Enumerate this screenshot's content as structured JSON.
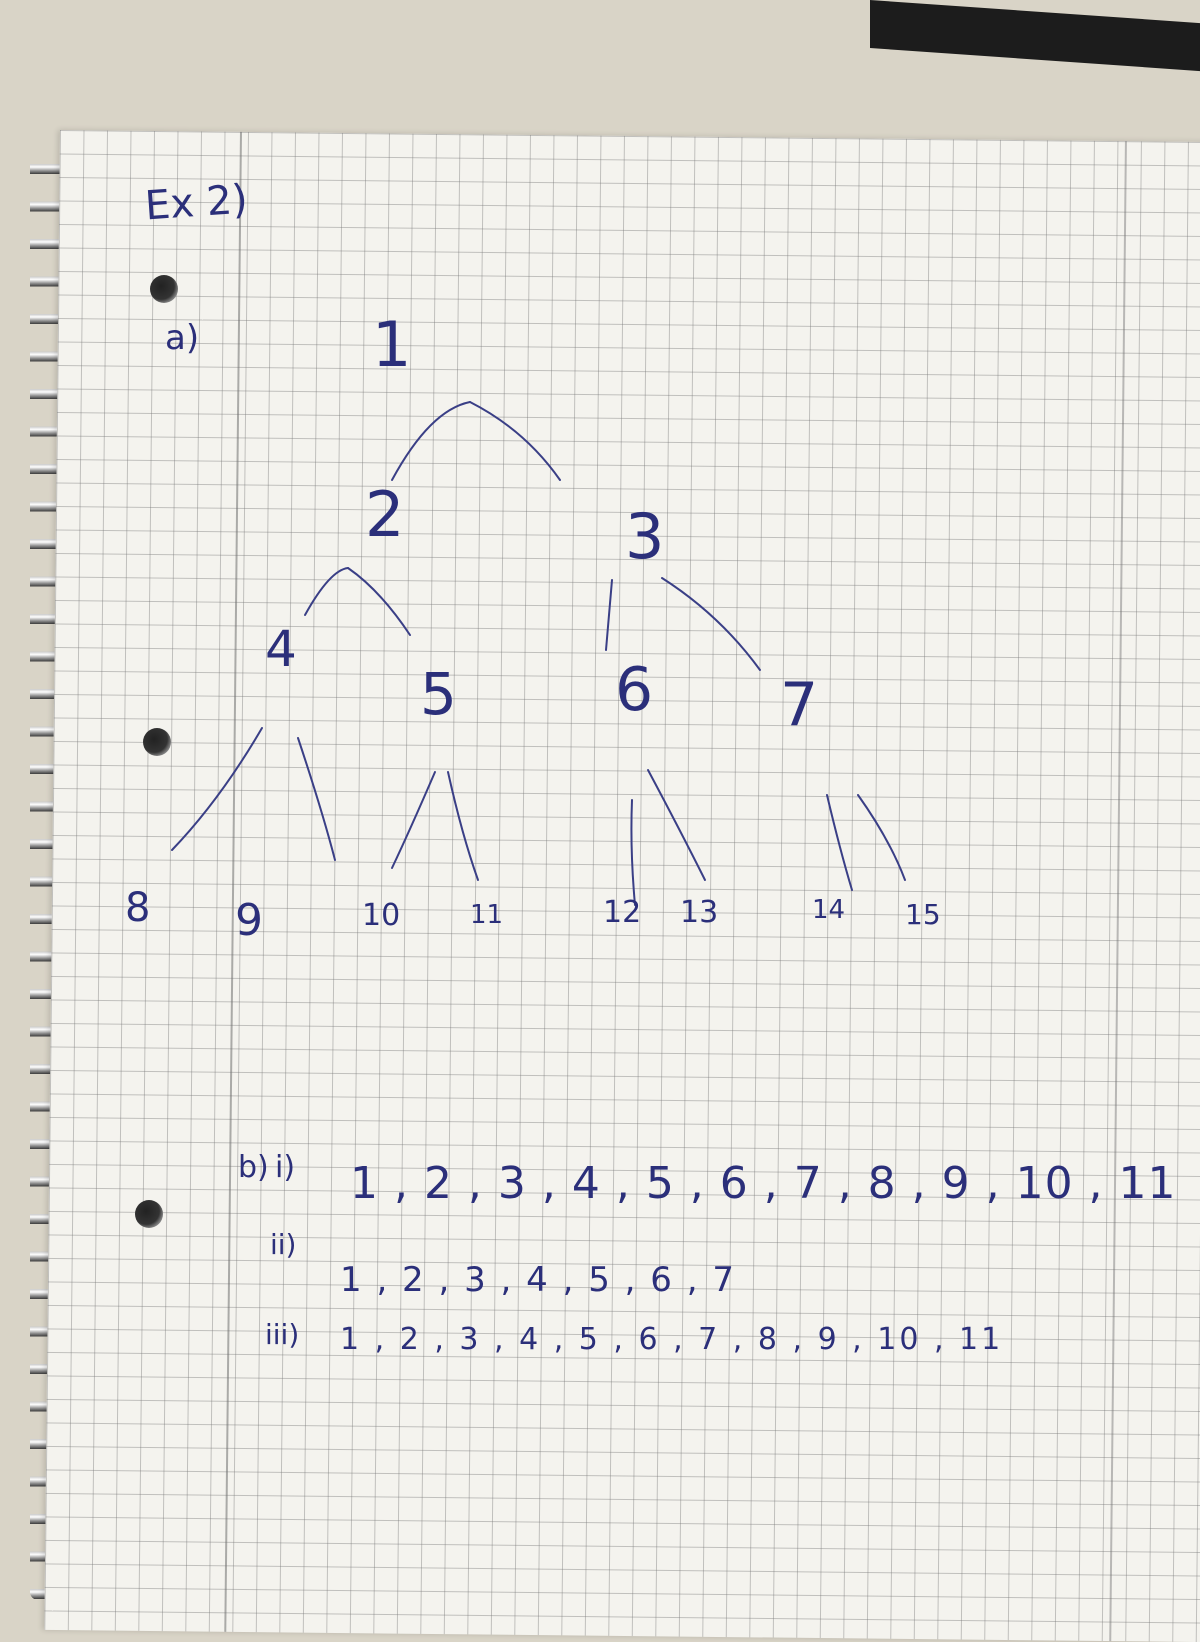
{
  "notebook": {
    "heading": "Ex 2)",
    "part_a_label": "a)",
    "tree": {
      "nodes": [
        "1",
        "2",
        "3",
        "4",
        "5",
        "6",
        "7",
        "8",
        "9",
        "10",
        "11",
        "12",
        "13",
        "14",
        "15"
      ]
    },
    "part_b": {
      "label": "b)",
      "line_i": {
        "label": "i)",
        "text": "1 , 2 , 3 , 4 , 5 , 6 , 7 , 8 , 9 , 10 , 11"
      },
      "line_ii": {
        "label": "ii)",
        "text": "1 , 2 , 3 , 4 , 5 , 6 , 7"
      },
      "line_iii": {
        "label": "iii)",
        "text": "1 , 2 , 3 , 4 , 5 , 6 , 7 , 8 , 9 , 10 , 11"
      }
    }
  },
  "colors": {
    "ink": "#2b2f7a",
    "paper": "#f4f3ee",
    "grid": "#8c8c8c"
  }
}
